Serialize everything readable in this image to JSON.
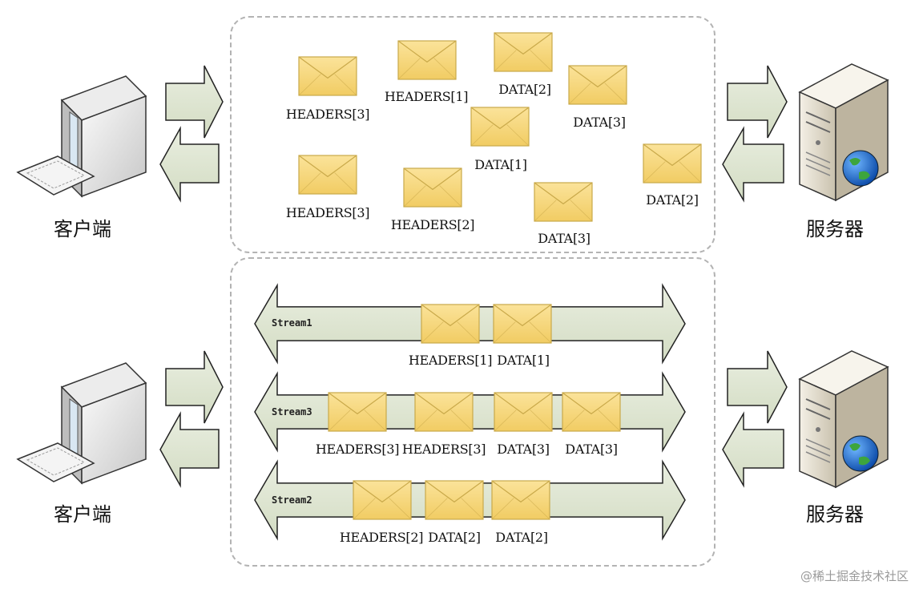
{
  "actors": {
    "client_label": "客户端",
    "server_label": "服务器"
  },
  "top_panel": {
    "envelopes": [
      {
        "label": "HEADERS[3]"
      },
      {
        "label": "HEADERS[1]"
      },
      {
        "label": "DATA[2]"
      },
      {
        "label": "DATA[3]"
      },
      {
        "label": "DATA[1]"
      },
      {
        "label": "DATA[2]"
      },
      {
        "label": "HEADERS[3]"
      },
      {
        "label": "HEADERS[2]"
      },
      {
        "label": "DATA[3]"
      }
    ]
  },
  "bottom_panel": {
    "streams": [
      {
        "name": "Stream1",
        "frames": [
          "HEADERS[1]",
          "DATA[1]"
        ]
      },
      {
        "name": "Stream3",
        "frames": [
          "HEADERS[3]",
          "HEADERS[3]",
          "DATA[3]",
          "DATA[3]"
        ]
      },
      {
        "name": "Stream2",
        "frames": [
          "HEADERS[2]",
          "DATA[2]",
          "DATA[2]"
        ]
      }
    ]
  },
  "watermark": "@稀土掘金技术社区",
  "colors": {
    "envelope_fill": "#f5d57a",
    "envelope_stroke": "#c9a94a",
    "arrow_fill": "#dfe6d3",
    "arrow_stroke": "#222222",
    "panel_border": "#b3b3b3"
  }
}
